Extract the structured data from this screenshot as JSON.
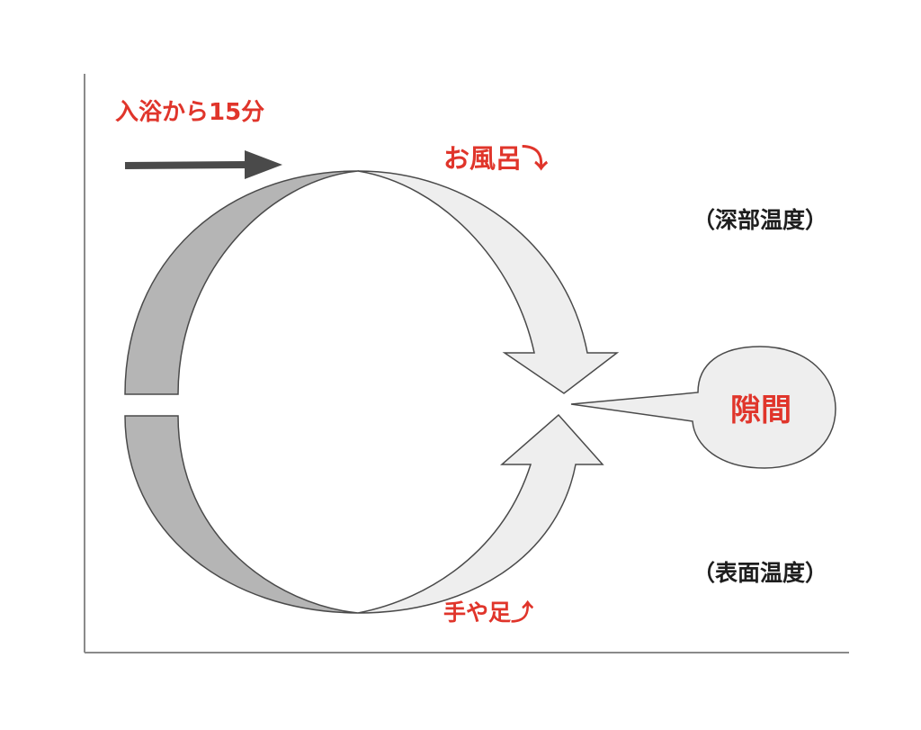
{
  "labels": {
    "bath15": "入浴から15分",
    "ofuro": "お風呂⤵",
    "deep_temp": "（深部温度）",
    "surface_temp": "（表面温度）",
    "hands_feet": "手や足⤴",
    "gap": "隙間"
  },
  "colors": {
    "label_red": "#e0352b",
    "label_dark": "#1e1e1e",
    "arc_dark_fill": "#b5b5b5",
    "arc_light_fill": "#eeeeee",
    "outline": "#4a4a4a",
    "arrow": "#4a4a4a"
  }
}
